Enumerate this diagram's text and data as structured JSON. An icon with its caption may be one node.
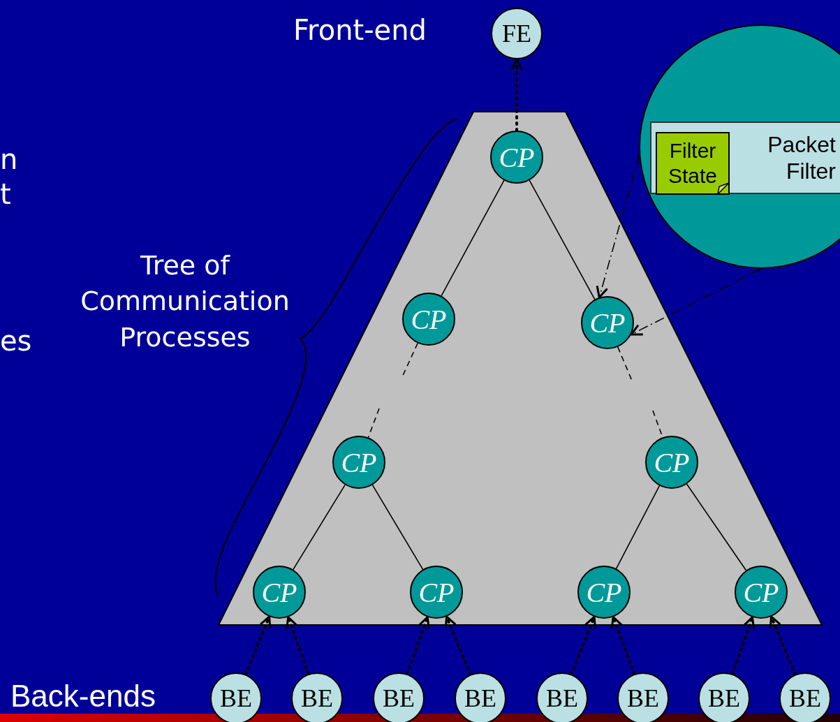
{
  "diagram": {
    "nodes": [
      {
        "text": [
          "FE"
        ],
        "beside": [
          "Front-end"
        ]
      },
      {
        "text": [],
        "shape": "trapezoid",
        "beside": [
          "Tree of Communication Processes"
        ]
      },
      {
        "text": [
          "CP"
        ],
        "in": 1
      },
      {
        "text": [
          "CP"
        ],
        "in": 1
      },
      {
        "text": [
          "CP"
        ],
        "in": 1
      },
      {
        "text": [
          "CP"
        ],
        "in": 1
      },
      {
        "text": [
          "CP"
        ],
        "in": 1
      },
      {
        "text": [
          "CP"
        ],
        "in": 1
      },
      {
        "text": [
          "CP"
        ],
        "in": 1
      },
      {
        "text": [
          "CP"
        ],
        "in": 1
      },
      {
        "text": [
          "CP"
        ],
        "in": 1
      },
      {
        "text": [
          "BE"
        ]
      },
      {
        "text": [
          "BE"
        ]
      },
      {
        "text": [
          "BE"
        ]
      },
      {
        "text": [
          "BE"
        ]
      },
      {
        "text": [
          "BE"
        ]
      },
      {
        "text": [
          "BE"
        ]
      },
      {
        "text": [
          "BE"
        ]
      },
      {
        "text": [
          "BE"
        ]
      },
      {
        "text": [],
        "shape": "circle"
      },
      {
        "text": [
          "Packet Filter"
        ],
        "in": 19
      },
      {
        "text": [
          "Filter State"
        ],
        "in": 20
      }
    ],
    "edges": [
      {
        "from": 2,
        "to": 0,
        "arrow": "to",
        "style": "dashed"
      },
      {
        "from": 2,
        "to": 3,
        "arrow": "none"
      },
      {
        "from": 2,
        "to": 4,
        "arrow": "none"
      },
      {
        "from": 3,
        "to": null,
        "arrow": "none",
        "style": "dashed"
      },
      {
        "from": 4,
        "to": null,
        "arrow": "none",
        "style": "dashed"
      },
      {
        "from": null,
        "to": 5,
        "arrow": "none",
        "style": "dashed"
      },
      {
        "from": null,
        "to": 6,
        "arrow": "none",
        "style": "dashed"
      },
      {
        "from": 5,
        "to": 7,
        "arrow": "none"
      },
      {
        "from": 5,
        "to": 8,
        "arrow": "none"
      },
      {
        "from": 6,
        "to": 9,
        "arrow": "none"
      },
      {
        "from": 6,
        "to": 10,
        "arrow": "none"
      },
      {
        "from": 11,
        "to": 7,
        "arrow": "to",
        "style": "dashed"
      },
      {
        "from": 12,
        "to": 7,
        "arrow": "to",
        "style": "dashed"
      },
      {
        "from": 13,
        "to": 8,
        "arrow": "to",
        "style": "dashed"
      },
      {
        "from": 14,
        "to": 8,
        "arrow": "to",
        "style": "dashed"
      },
      {
        "from": 15,
        "to": 9,
        "arrow": "to",
        "style": "dashed"
      },
      {
        "from": 16,
        "to": 9,
        "arrow": "to",
        "style": "dashed"
      },
      {
        "from": 17,
        "to": 10,
        "arrow": "to",
        "style": "dashed"
      },
      {
        "from": 18,
        "to": 10,
        "arrow": "to",
        "style": "dashed"
      },
      {
        "from": 19,
        "to": 4,
        "arrow": "to",
        "style": "dashed"
      },
      {
        "from": 19,
        "to": 4,
        "arrow": "to",
        "style": "dashed"
      }
    ],
    "labels": [
      "n",
      "t",
      "es",
      "Back-ends"
    ]
  }
}
